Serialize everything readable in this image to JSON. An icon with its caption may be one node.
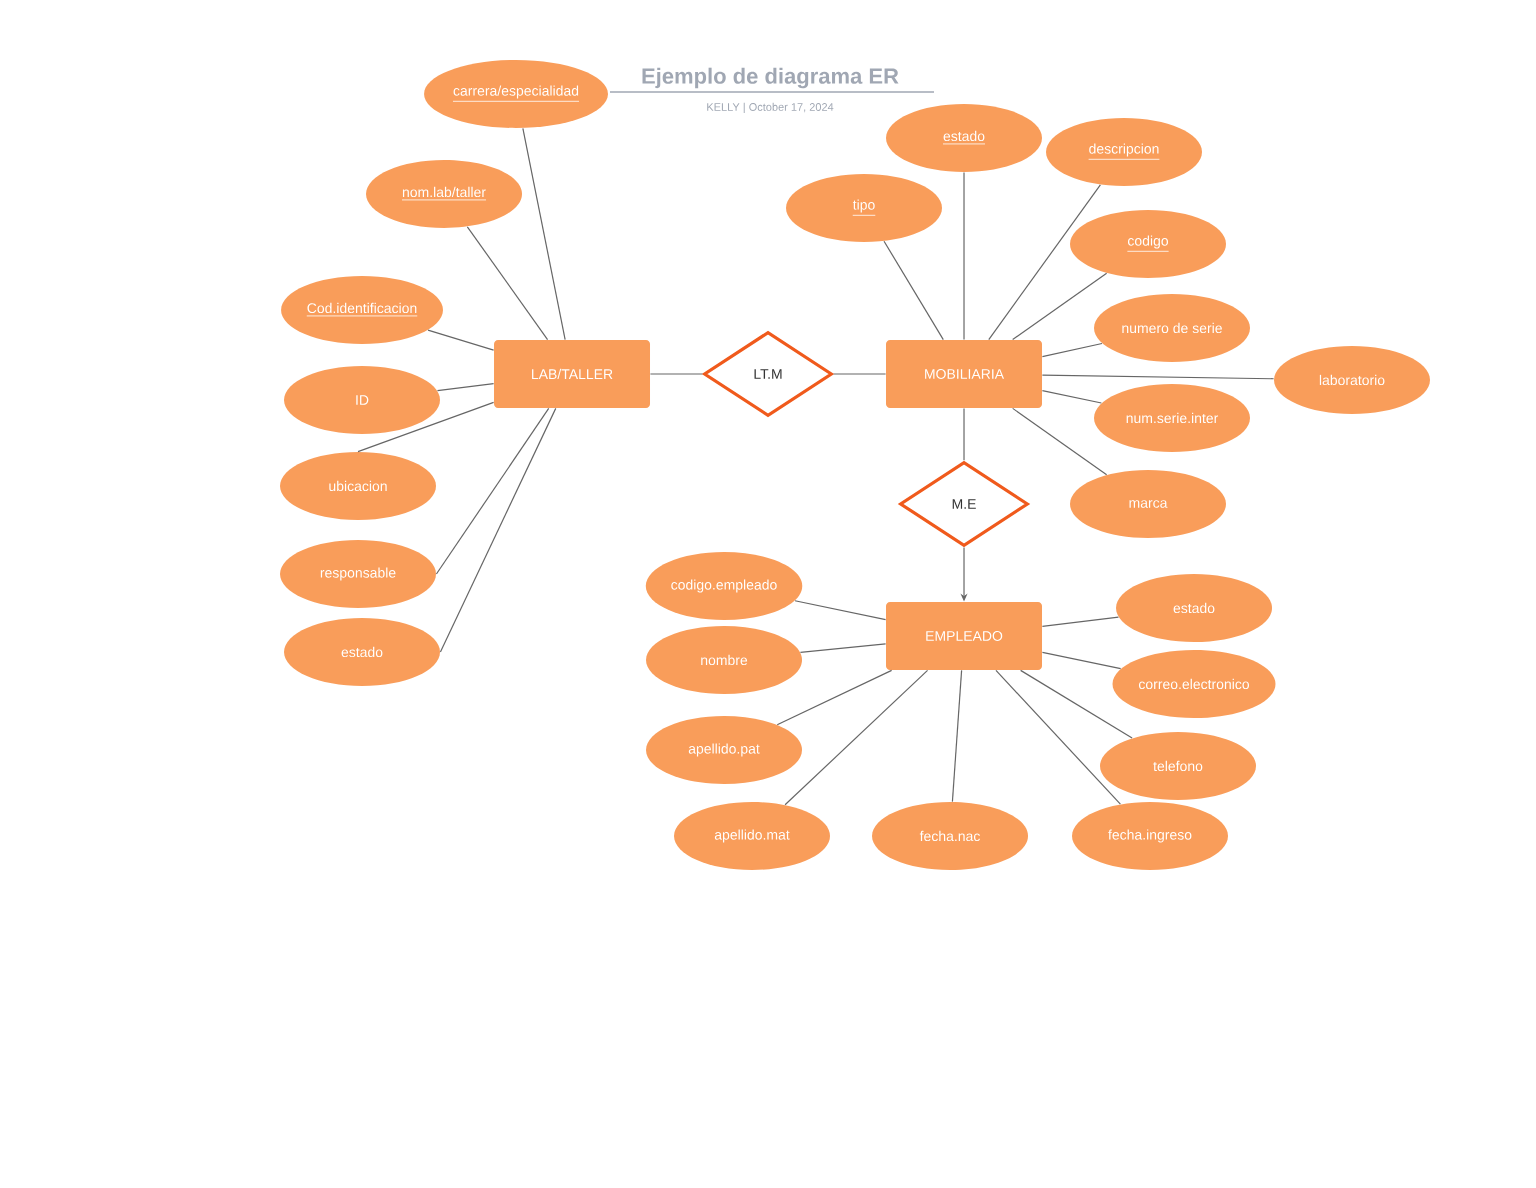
{
  "diagram": {
    "title": "Ejemplo de diagrama ER",
    "nodes": [
      {
        "text": [
          "LAB/TALLER"
        ]
      },
      {
        "text": [
          "LT.M"
        ]
      },
      {
        "text": [
          "MOBILIARIA"
        ]
      },
      {
        "text": [
          "M.E"
        ]
      },
      {
        "text": [
          "EMPLEADO"
        ]
      },
      {
        "text": [
          "carrera/especialidad"
        ]
      },
      {
        "text": [
          "nom.lab/taller"
        ]
      },
      {
        "text": [
          "Cod.identificacion"
        ]
      },
      {
        "text": [
          "ID"
        ]
      },
      {
        "text": [
          "ubicacion"
        ]
      },
      {
        "text": [
          "responsable"
        ]
      },
      {
        "text": [
          "estado"
        ]
      },
      {
        "text": [
          "estado"
        ]
      },
      {
        "text": [
          "descripcion"
        ]
      },
      {
        "text": [
          "tipo"
        ]
      },
      {
        "text": [
          "codigo"
        ]
      },
      {
        "text": [
          "numero de serie"
        ]
      },
      {
        "text": [
          "laboratorio"
        ]
      },
      {
        "text": [
          "num.serie.inter"
        ]
      },
      {
        "text": [
          "marca"
        ]
      },
      {
        "text": [
          "codigo.empleado"
        ]
      },
      {
        "text": [
          "nombre"
        ]
      },
      {
        "text": [
          "estado"
        ]
      },
      {
        "text": [
          "correo.electronico"
        ]
      },
      {
        "text": [
          "apellido.pat"
        ]
      },
      {
        "text": [
          "telefono"
        ]
      },
      {
        "text": [
          "apellido.mat"
        ]
      },
      {
        "text": [
          "fecha.nac"
        ]
      },
      {
        "text": [
          "fecha.ingreso"
        ]
      }
    ],
    "edges": [
      {
        "from": 0,
        "to": 1,
        "arrow": "none"
      },
      {
        "from": 1,
        "to": 2,
        "arrow": "none"
      },
      {
        "from": 2,
        "to": 3,
        "arrow": "none"
      },
      {
        "from": 3,
        "to": 4,
        "arrow": "to"
      },
      {
        "from": 5,
        "to": 0,
        "arrow": "none"
      },
      {
        "from": 6,
        "to": 0,
        "arrow": "none"
      },
      {
        "from": 7,
        "to": 0,
        "arrow": "none"
      },
      {
        "from": 8,
        "to": 0,
        "arrow": "none"
      },
      {
        "from": 9,
        "to": 0,
        "arrow": "none"
      },
      {
        "from": 10,
        "to": 0,
        "arrow": "none"
      },
      {
        "from": 11,
        "to": 0,
        "arrow": "none"
      },
      {
        "from": 12,
        "to": 2,
        "arrow": "none"
      },
      {
        "from": 13,
        "to": 2,
        "arrow": "none"
      },
      {
        "from": 14,
        "to": 2,
        "arrow": "none"
      },
      {
        "from": 15,
        "to": 2,
        "arrow": "none"
      },
      {
        "from": 16,
        "to": 2,
        "arrow": "none"
      },
      {
        "from": 17,
        "to": 2,
        "arrow": "none"
      },
      {
        "from": 18,
        "to": 2,
        "arrow": "none"
      },
      {
        "from": 19,
        "to": 2,
        "arrow": "none"
      },
      {
        "from": 20,
        "to": 4,
        "arrow": "none"
      },
      {
        "from": 21,
        "to": 4,
        "arrow": "none"
      },
      {
        "from": 22,
        "to": 4,
        "arrow": "none"
      },
      {
        "from": 23,
        "to": 4,
        "arrow": "none"
      },
      {
        "from": 24,
        "to": 4,
        "arrow": "none"
      },
      {
        "from": 25,
        "to": 4,
        "arrow": "none"
      },
      {
        "from": 26,
        "to": 4,
        "arrow": "none"
      },
      {
        "from": 27,
        "to": 4,
        "arrow": "none"
      },
      {
        "from": 28,
        "to": 4,
        "arrow": "none"
      }
    ],
    "labels": [
      "KELLY | October 17, 2024"
    ]
  }
}
